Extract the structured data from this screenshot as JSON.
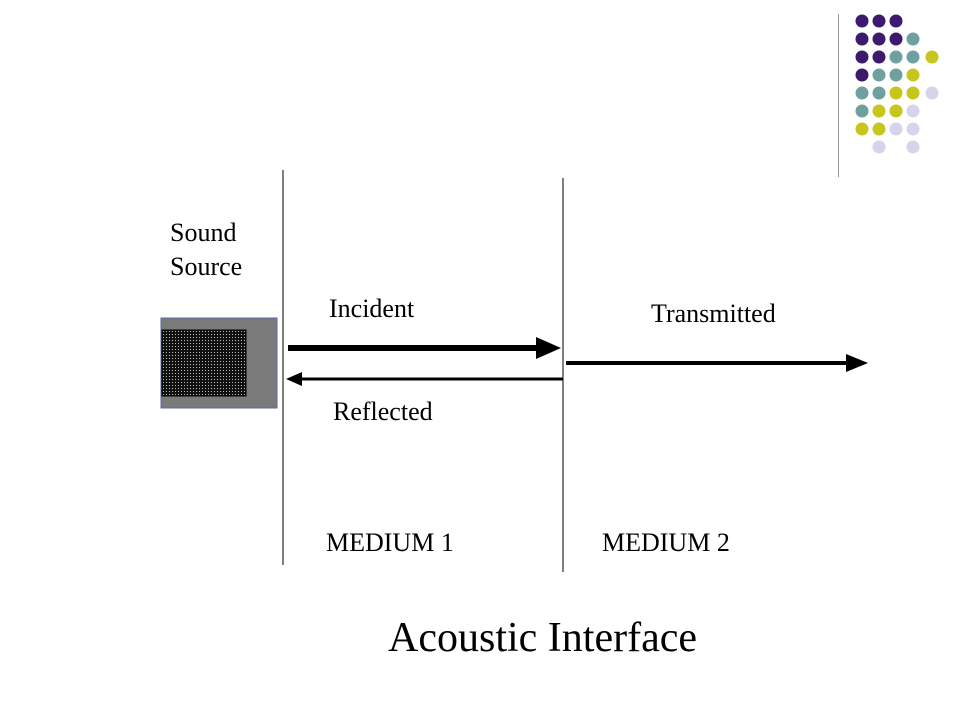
{
  "labels": {
    "sound_source": "Sound\nSource",
    "incident": "Incident",
    "reflected": "Reflected",
    "transmitted": "Transmitted",
    "medium_1": "MEDIUM 1",
    "medium_2": "MEDIUM 2"
  },
  "title": "Acoustic Interface",
  "colors": {
    "purple": "#3d1a6e",
    "teal": "#6fa0a0",
    "olive": "#c6c61c",
    "lavender": "#d6d4ea",
    "source_box": "#7a7a7a"
  }
}
